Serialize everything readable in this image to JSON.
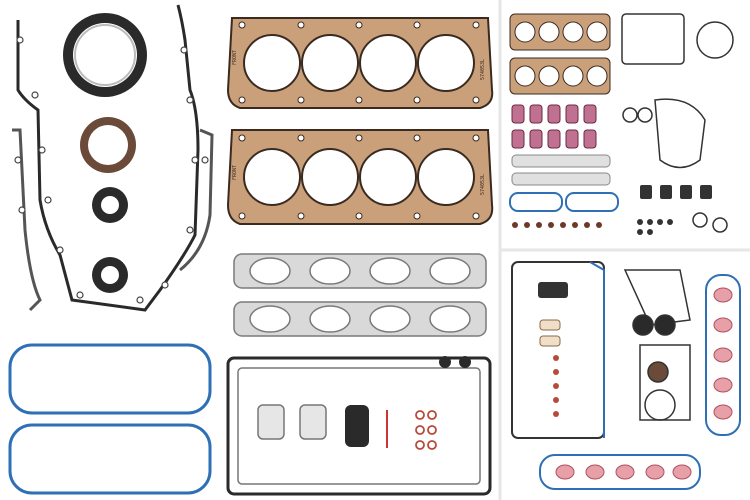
{
  "gasket_stamps": {
    "head_left_1": "FRONT",
    "head_right_1": "574053L",
    "head_left_2": "FRONT",
    "head_right_2": "574053L"
  },
  "colors": {
    "background": "#ffffff",
    "panel_divider": "#e4e4e4",
    "steel_gray": "#8c8c8c",
    "dark_rubber": "#2a2a2a",
    "copper": "#c9a07a",
    "brown_seal": "#6b4a3a",
    "blue_seal": "#2f6fb5",
    "red_seal": "#b84a3a",
    "silver": "#d9d9d9",
    "pink_silicone": "#e7a0a8"
  }
}
